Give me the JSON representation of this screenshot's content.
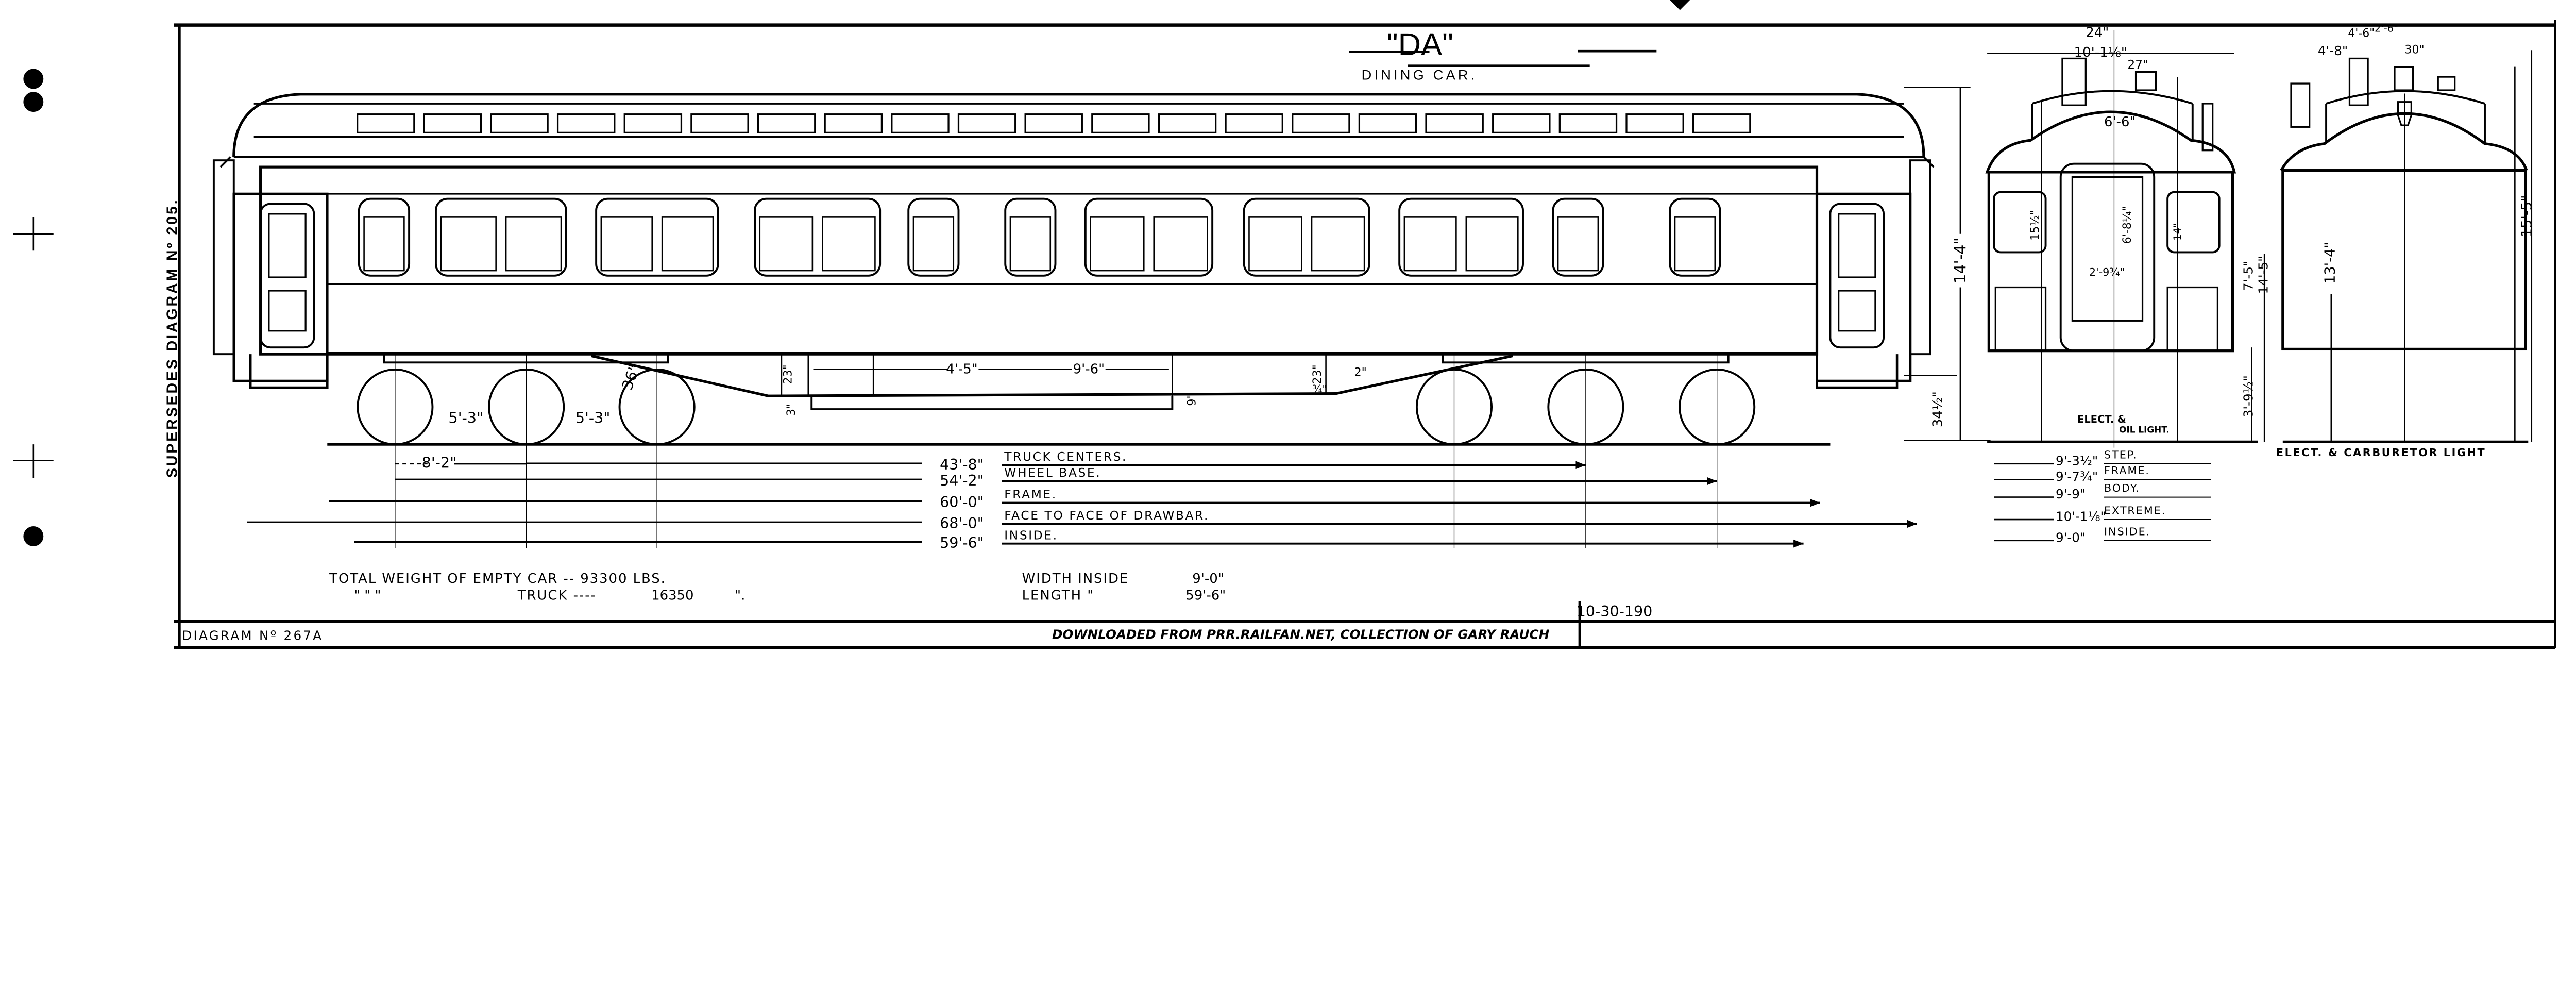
{
  "title": {
    "code": "\"DA\"",
    "subtitle": "DINING CAR."
  },
  "margin_note": "SUPERSEDES DIAGRAM Nº 205.",
  "diagram_number": "DIAGRAM Nº 267A",
  "credit": "DOWNLOADED FROM PRR.RAILFAN.NET, COLLECTION OF GARY RAUCH",
  "date": "10-30-190",
  "side_view": {
    "height_overall": "14'-4\"",
    "step_height": "34½\"",
    "wheel_spacing_1": "5'-3\"",
    "wheel_spacing_2": "5'-3\"",
    "truck_wheel_base": "8'-2\"",
    "wheel_diameter": "36\"",
    "underframe": [
      "4'-5\"",
      "9'-6\"",
      "23\"",
      "23\"",
      "2\"",
      "¾\"",
      "3\"",
      "9\""
    ]
  },
  "length_dimensions": [
    {
      "value": "43'-8\"",
      "label": "TRUCK CENTERS."
    },
    {
      "value": "54'-2\"",
      "label": "WHEEL BASE."
    },
    {
      "value": "60'-0\"",
      "label": "FRAME."
    },
    {
      "value": "68'-0\"",
      "label": "FACE TO FACE OF DRAWBAR."
    },
    {
      "value": "59'-6\"",
      "label": "INSIDE."
    }
  ],
  "weights": {
    "line1": "TOTAL WEIGHT OF EMPTY CAR -- 93300 LBS.",
    "ditto": "\"      \"      \"",
    "line2_label": "TRUCK ----",
    "line2_value": "16350",
    "line2_unit": "\"."
  },
  "inside": {
    "width_label": "WIDTH INSIDE",
    "width_value": "9'-0\"",
    "length_label": "LENGTH   \"",
    "length_value": "59'-6\""
  },
  "end_view_1": {
    "caption": "ELECT. &",
    "caption2": "OIL LIGHT.",
    "dims": {
      "top": "24\"",
      "width_top": "10'-1⅛\"",
      "offset": "27\"",
      "roof": "6'-6\"",
      "window": "15½\"",
      "door": "6'-8¼\"",
      "door_width": "2'-9¾\"",
      "side_window": "14\"",
      "h1": "7'-5\"",
      "h2": "14'-5\"",
      "floor": "3'-9½\""
    }
  },
  "end_view_2": {
    "caption": "ELECT. & CARBURETOR LIGHT",
    "dims": {
      "a": "4'-6\"",
      "b": "4'-8\"",
      "c": "2'-6\"",
      "d": "30\"",
      "h": "13'-4\"",
      "overall": "15'-5\""
    }
  },
  "width_dimensions": [
    {
      "value": "9'-3½\"",
      "label": "STEP."
    },
    {
      "value": "9'-7¾\"",
      "label": "FRAME."
    },
    {
      "value": "9'-9\"",
      "label": "BODY."
    },
    {
      "value": "10'-1⅛\"",
      "label": "EXTREME."
    },
    {
      "value": "9'-0\"",
      "label": "INSIDE."
    }
  ]
}
